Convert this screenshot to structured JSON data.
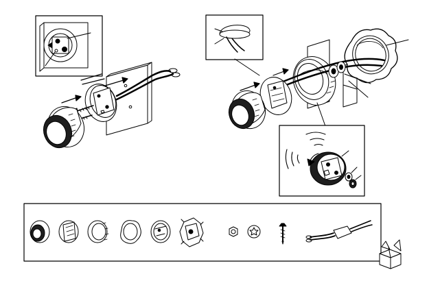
{
  "diagram": {
    "type": "exploded installation line drawing",
    "text_labels": [],
    "panels": [
      {
        "name": "surface-mount-installation",
        "parts": [
          "wall-plate",
          "mounting-base",
          "screw",
          "screw",
          "knob-cap",
          "cable-with-terminals"
        ]
      },
      {
        "name": "flush-mount-installation",
        "parts": [
          "cover-dome-inset",
          "knob-cap",
          "mounting-base",
          "threaded-housing",
          "washer",
          "nut",
          "lock-ring",
          "wall-panel",
          "cable-with-terminals"
        ]
      },
      {
        "name": "twist-lock-detail",
        "parts": [
          "signal-waves",
          "receiver-base",
          "rotation-arrow",
          "washer",
          "nut"
        ]
      }
    ],
    "parts_list": [
      "knob-cap",
      "mounting-base-front",
      "threaded-collar",
      "lock-ring",
      "mounting-base-back",
      "bracket-clip",
      "hex-nut",
      "star-washer",
      "screw",
      "cable-harness",
      "package-box"
    ],
    "colors": {
      "line": "#000000",
      "fill": "#ffffff",
      "shade": "#1e1e1e"
    }
  }
}
